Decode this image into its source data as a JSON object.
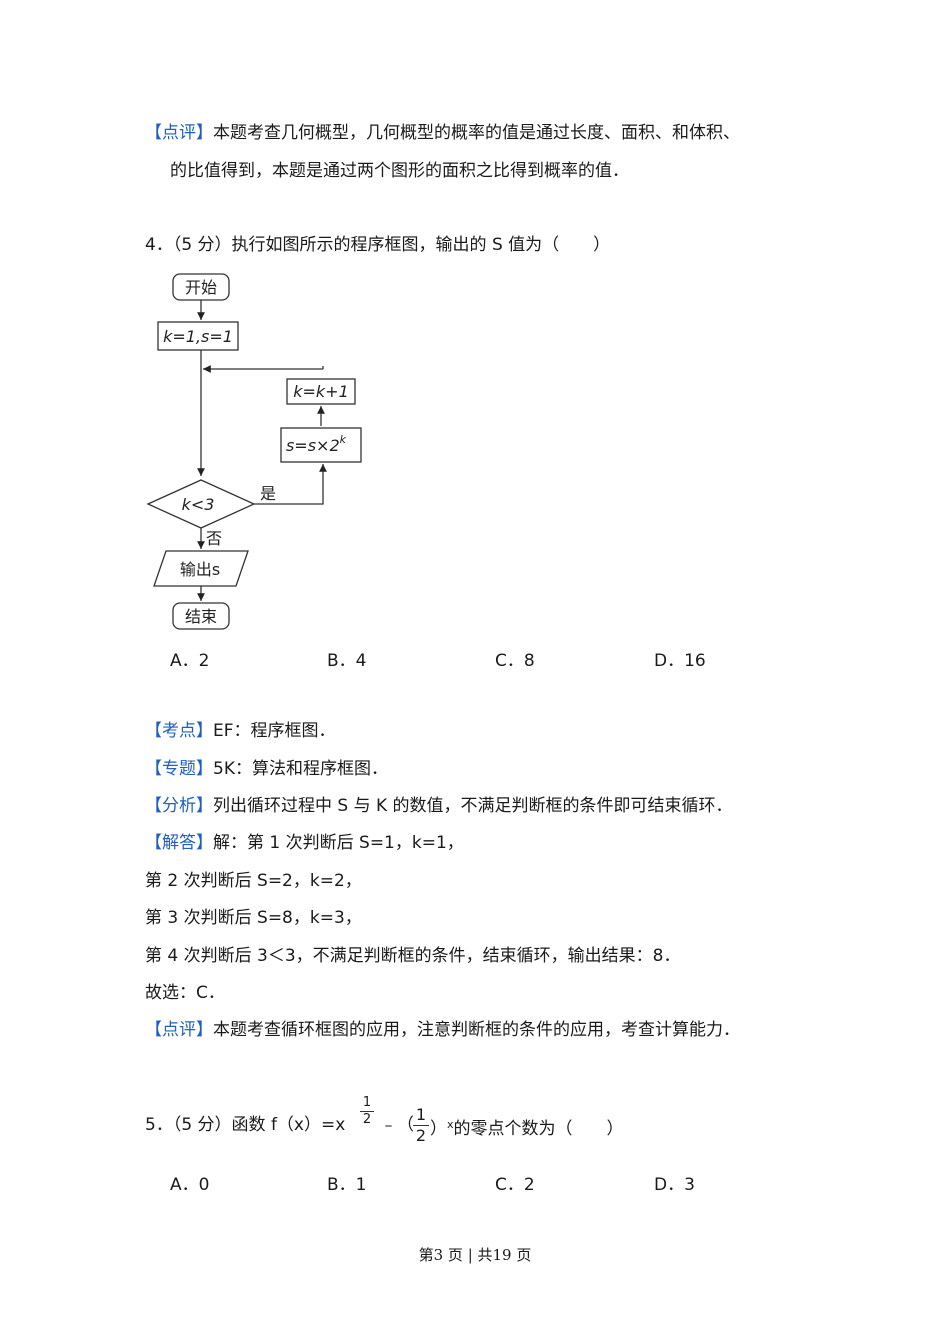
{
  "review1": {
    "tag": "【点评】",
    "text1": "本题考查几何概型，几何概型的概率的值是通过长度、面积、和体积、",
    "text2": "的比值得到，本题是通过两个图形的面积之比得到概率的值．"
  },
  "q4": {
    "stem": "4．（5 分）执行如图所示的程序框图，输出的 S 值为（　　）",
    "flow": {
      "start": "开始",
      "init": "k=1,s=1",
      "update_k": "k=k+1",
      "update_s": "s=s×2",
      "update_s_exp": "k",
      "cond": "k<3",
      "yes": "是",
      "no": "否",
      "output": "输出s",
      "end": "结束"
    },
    "options": [
      "A．2",
      "B．4",
      "C．8",
      "D．16"
    ]
  },
  "analysis4": {
    "kaodian_tag": "【考点】",
    "kaodian": "EF：程序框图．",
    "zhuanti_tag": "【专题】",
    "zhuanti": "5K：算法和程序框图．",
    "fenxi_tag": "【分析】",
    "fenxi": "列出循环过程中 S 与 K 的数值，不满足判断框的条件即可结束循环．",
    "jieda_tag": "【解答】",
    "jieda": "解：第 1 次判断后 S=1，k=1，",
    "step2": "第 2 次判断后 S=2，k=2，",
    "step3": "第 3 次判断后 S=8，k=3，",
    "step4": "第 4 次判断后 3＜3，不满足判断框的条件，结束循环，输出结果：8．",
    "choice": "故选：C．",
    "dianping_tag": "【点评】",
    "dianping": "本题考查循环框图的应用，注意判断框的条件的应用，考查计算能力．"
  },
  "q5": {
    "stem_a": "5．（5 分）函数 f（x）=x",
    "exp_num": "1",
    "exp_den": "2",
    "stem_b": "﹣（",
    "frac_num": "1",
    "frac_den": "2",
    "stem_c": "）",
    "stem_c_exp": "x",
    "stem_d": "的零点个数为（　　）",
    "options": [
      "A．0",
      "B．1",
      "C．2",
      "D．3"
    ]
  },
  "footer": "第3 页 | 共19 页"
}
